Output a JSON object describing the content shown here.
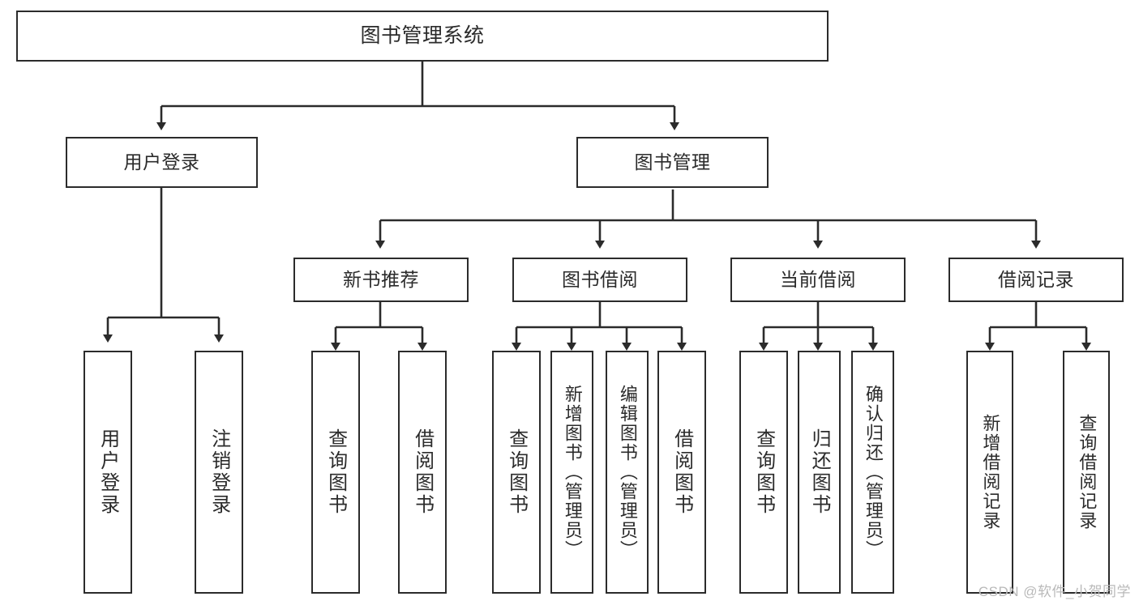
{
  "diagram": {
    "title": "图书管理系统",
    "type": "hierarchy-tree",
    "watermark": "CSDN @软件_小贺同学",
    "colors": {
      "stroke": "#2b2b2b",
      "fill": "#ffffff",
      "background": "#ffffff",
      "watermark": "#b9b9b9"
    },
    "root": {
      "label": "图书管理系统"
    },
    "level1": [
      {
        "label": "用户登录"
      },
      {
        "label": "图书管理"
      }
    ],
    "level2": [
      {
        "label": "新书推荐"
      },
      {
        "label": "图书借阅"
      },
      {
        "label": "当前借阅"
      },
      {
        "label": "借阅记录"
      }
    ],
    "leaves": {
      "user_login": [
        {
          "label": "用户登录"
        },
        {
          "label": "注销登录"
        }
      ],
      "new_book_recommend": [
        {
          "label": "查询图书"
        },
        {
          "label": "借阅图书"
        }
      ],
      "book_borrow": [
        {
          "label": "查询图书"
        },
        {
          "label": "新增图书（管理员）"
        },
        {
          "label": "编辑图书（管理员）"
        },
        {
          "label": "借阅图书"
        }
      ],
      "current_borrow": [
        {
          "label": "查询图书"
        },
        {
          "label": "归还图书"
        },
        {
          "label": "确认归还（管理员）"
        }
      ],
      "borrow_record": [
        {
          "label": "新增借阅记录"
        },
        {
          "label": "查询借阅记录"
        }
      ]
    }
  }
}
